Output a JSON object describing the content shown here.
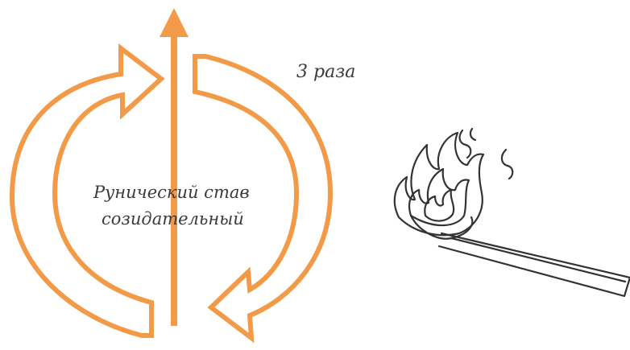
{
  "diagram": {
    "repeat_label": "3 раза",
    "center_label_line1": "Рунический став",
    "center_label_line2": "созидательный",
    "arrow_color": "#F29A48",
    "match_stroke_color": "#333333",
    "match_label": "",
    "icons": {
      "cycle_left": "curved-arrow-icon",
      "cycle_right": "curved-arrow-icon",
      "center_up": "up-arrow-icon",
      "match": "burning-match-icon"
    }
  }
}
